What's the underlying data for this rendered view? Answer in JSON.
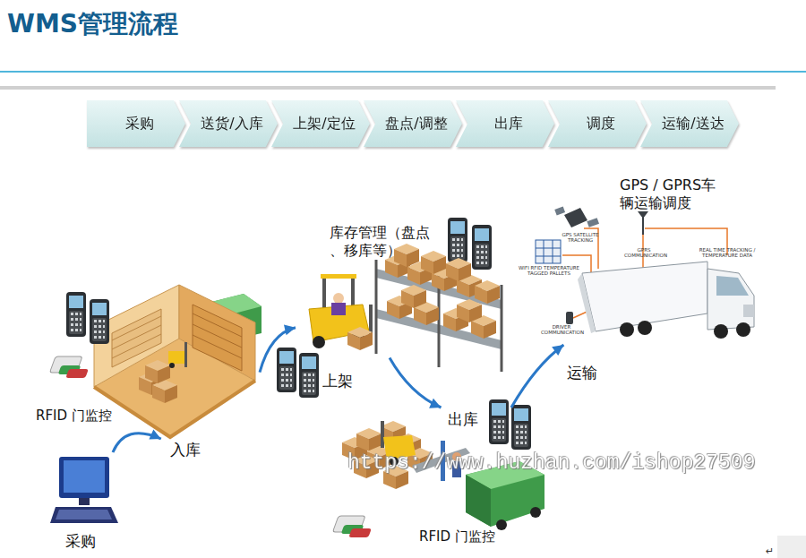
{
  "diagram": {
    "title": "WMS管理流程",
    "nodes": [
      {
        "text": [
          "采购"
        ]
      },
      {
        "text": [
          "送货/入库"
        ]
      },
      {
        "text": [
          "上架/定位"
        ]
      },
      {
        "text": [
          "盘点/调整"
        ]
      },
      {
        "text": [
          "出库"
        ]
      },
      {
        "text": [
          "调度"
        ]
      },
      {
        "text": [
          "运输/送达"
        ]
      },
      {
        "text": [
          "GPS / GPRS车 辆运输调度"
        ]
      },
      {
        "text": [
          "库存管理（盘点 、移库等）"
        ]
      },
      {
        "text": [
          "上架"
        ]
      },
      {
        "text": [
          "出库"
        ]
      },
      {
        "text": [
          "入库"
        ]
      },
      {
        "text": [
          "采购"
        ]
      }
    ],
    "edges": [
      {
        "from": 12,
        "to": 11,
        "arrow": "to"
      },
      {
        "from": 11,
        "to": 9,
        "arrow": "to"
      },
      {
        "from": 9,
        "to": 10,
        "arrow": "to"
      },
      {
        "from": 10,
        "to": 7,
        "arrow": "to",
        "label": "运输"
      }
    ],
    "labels": [
      "GPS SATELLITE TRACKING",
      "GPRS COMMUNICATION",
      "REAL TIME TRACKING / TEMPERATURE DATA",
      "WIFI RFID TEMPERATURE TAGGED PALLETS",
      "DRIVER COMMUNICATION",
      "RFID 门监控",
      "RFID 门监控",
      "https://www.huzhan.com/ishop27509",
      "↵"
    ]
  }
}
